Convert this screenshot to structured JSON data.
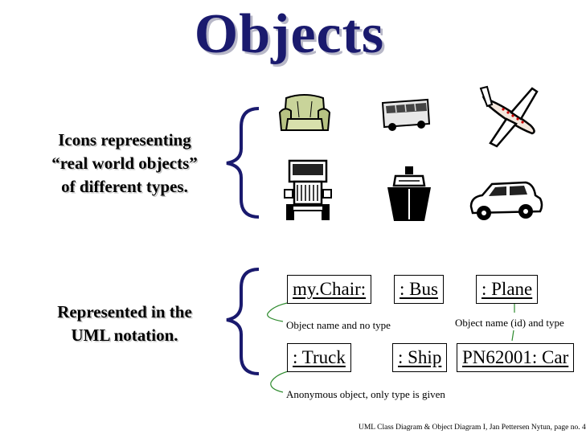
{
  "title": "Objects",
  "icons_caption": [
    "Icons representing",
    "“real world objects”",
    "of different types."
  ],
  "uml_caption": [
    "Represented in the",
    "UML notation."
  ],
  "icons": [
    "armchair-icon",
    "bus-icon",
    "airplane-icon",
    "truck-icon",
    "ship-icon",
    "car-icon"
  ],
  "objects": {
    "chair": "my.Chair:",
    "bus": ": Bus",
    "plane": ": Plane",
    "truck": ": Truck",
    "ship": ": Ship",
    "car": "PN62001: Car"
  },
  "notes": {
    "name_no_type": "Object name and no type",
    "name_and_type": "Object name (id) and type",
    "anonymous": "Anonymous object, only type is given"
  },
  "footer": "UML Class Diagram & Object Diagram I, Jan Pettersen Nytun, page no. 4",
  "colors": {
    "title": "#1a1a6e",
    "brace": "#1a1a6e"
  }
}
